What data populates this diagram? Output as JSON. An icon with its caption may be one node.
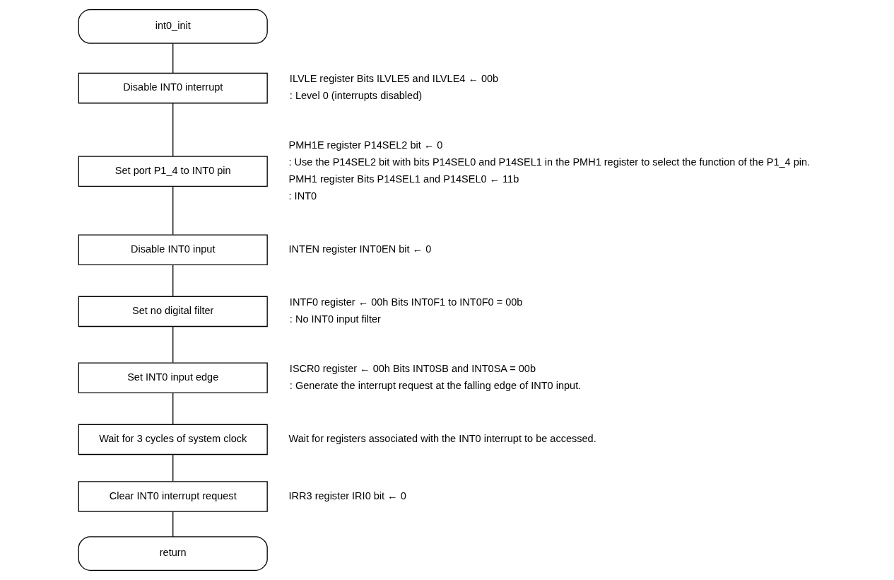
{
  "diagram": {
    "nodes": [
      {
        "text": [
          "int0_init"
        ]
      },
      {
        "text": [
          "Disable INT0 interrupt"
        ],
        "beside": [
          "ILVLE register Bits ILVLE5 and ILVLE4 ← 00b",
          ": Level 0 (interrupts disabled)"
        ]
      },
      {
        "text": [
          "Set port P1_4 to INT0 pin"
        ],
        "beside": [
          "PMH1E register P14SEL2 bit ← 0",
          ": Use the P14SEL2 bit with bits P14SEL0 and P14SEL1 in the PMH1 register to select the function of the P1_4 pin.",
          "PMH1 register Bits P14SEL1 and P14SEL0 ← 11b",
          ": INT0"
        ]
      },
      {
        "text": [
          "Disable INT0 input"
        ],
        "beside": [
          "INTEN register INT0EN bit ← 0"
        ]
      },
      {
        "text": [
          "Set no digital filter"
        ],
        "beside": [
          "INTF0 register ← 00h Bits INT0F1 to INT0F0 = 00b",
          ": No INT0 input filter"
        ]
      },
      {
        "text": [
          "Set INT0 input edge"
        ],
        "beside": [
          "ISCR0 register ← 00h Bits INT0SB and INT0SA = 00b",
          ": Generate the interrupt request at the falling edge of INT0 input."
        ]
      },
      {
        "text": [
          "Wait for 3 cycles of system clock"
        ],
        "beside": [
          "Wait for registers associated with the INT0 interrupt to be accessed."
        ]
      },
      {
        "text": [
          "Clear INT0 interrupt request"
        ],
        "beside": [
          "IRR3 register IRI0 bit ← 0"
        ]
      },
      {
        "text": [
          "return"
        ]
      }
    ],
    "edges": [
      {
        "from": 0,
        "to": 1,
        "arrow": "none"
      },
      {
        "from": 1,
        "to": 2,
        "arrow": "none"
      },
      {
        "from": 2,
        "to": 3,
        "arrow": "none"
      },
      {
        "from": 3,
        "to": 4,
        "arrow": "none"
      },
      {
        "from": 4,
        "to": 5,
        "arrow": "none"
      },
      {
        "from": 5,
        "to": 6,
        "arrow": "none"
      },
      {
        "from": 6,
        "to": 7,
        "arrow": "none"
      },
      {
        "from": 7,
        "to": 8,
        "arrow": "none"
      }
    ]
  }
}
